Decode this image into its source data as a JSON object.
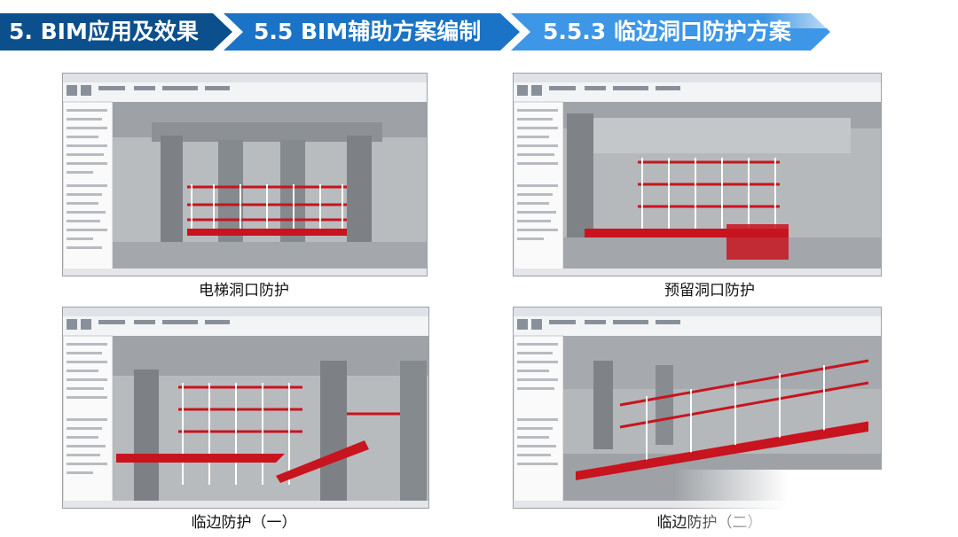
{
  "header": {
    "crumb1": "5. BIM应用及效果",
    "crumb2": "5.5 BIM辅助方案编制",
    "crumb3": "5.5.3 临边洞口防护方案"
  },
  "panels": [
    {
      "caption": "电梯洞口防护"
    },
    {
      "caption": "预留洞口防护"
    },
    {
      "caption": "临边防护（一）"
    },
    {
      "caption": "临边防护（二）"
    }
  ],
  "colors": {
    "dark_blue": "#0b4f8c",
    "mid_blue": "#1a73c6",
    "light_blue": "#3d96e6",
    "guard_red": "#c8141e"
  }
}
